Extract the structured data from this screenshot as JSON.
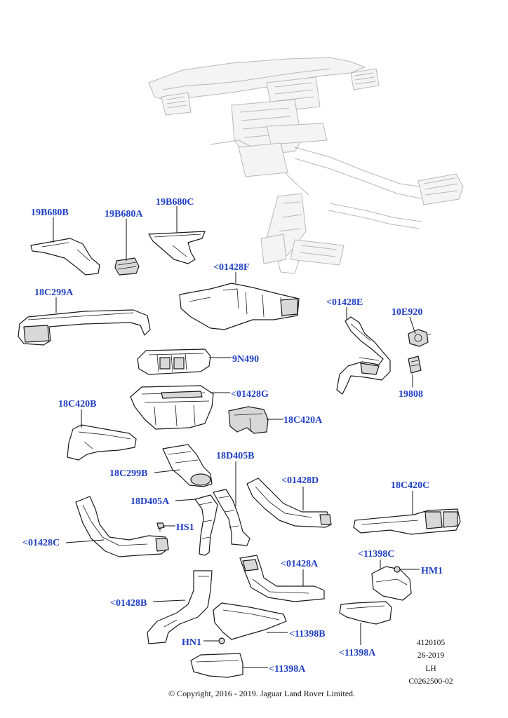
{
  "diagram": {
    "labels": {
      "p19B680B": "19B680B",
      "p19B680A": "19B680A",
      "p19B680C": "19B680C",
      "p01428F": "<01428F",
      "p18C299A": "18C299A",
      "p01428E": "<01428E",
      "p10E920": "10E920",
      "p9N490": "9N490",
      "p01428G": "<01428G",
      "p19808": "19808",
      "p18C420B": "18C420B",
      "p18C420A": "18C420A",
      "p18C299B": "18C299B",
      "p18D405B": "18D405B",
      "p01428D": "<01428D",
      "p18C420C": "18C420C",
      "p18D405A": "18D405A",
      "pHS1": "HS1",
      "p01428C": "<01428C",
      "p11398C": "<11398C",
      "pHM1": "HM1",
      "p01428A": "<01428A",
      "p01428B": "<01428B",
      "p11398B": "<11398B",
      "pHN1": "HN1",
      "p11398A": "<11398A",
      "p11398A_2": "<11398A"
    },
    "meta": {
      "code": "4120105",
      "date": "26-2019",
      "side": "LH",
      "ref": "C0262500-02"
    },
    "copyright": "© Copyright, 2016 - 2019. Jaguar Land Rover Limited."
  },
  "colors": {
    "callout": "#1f3fc4",
    "line": "#1a1a1a",
    "ghost": "#b8b8b8"
  }
}
